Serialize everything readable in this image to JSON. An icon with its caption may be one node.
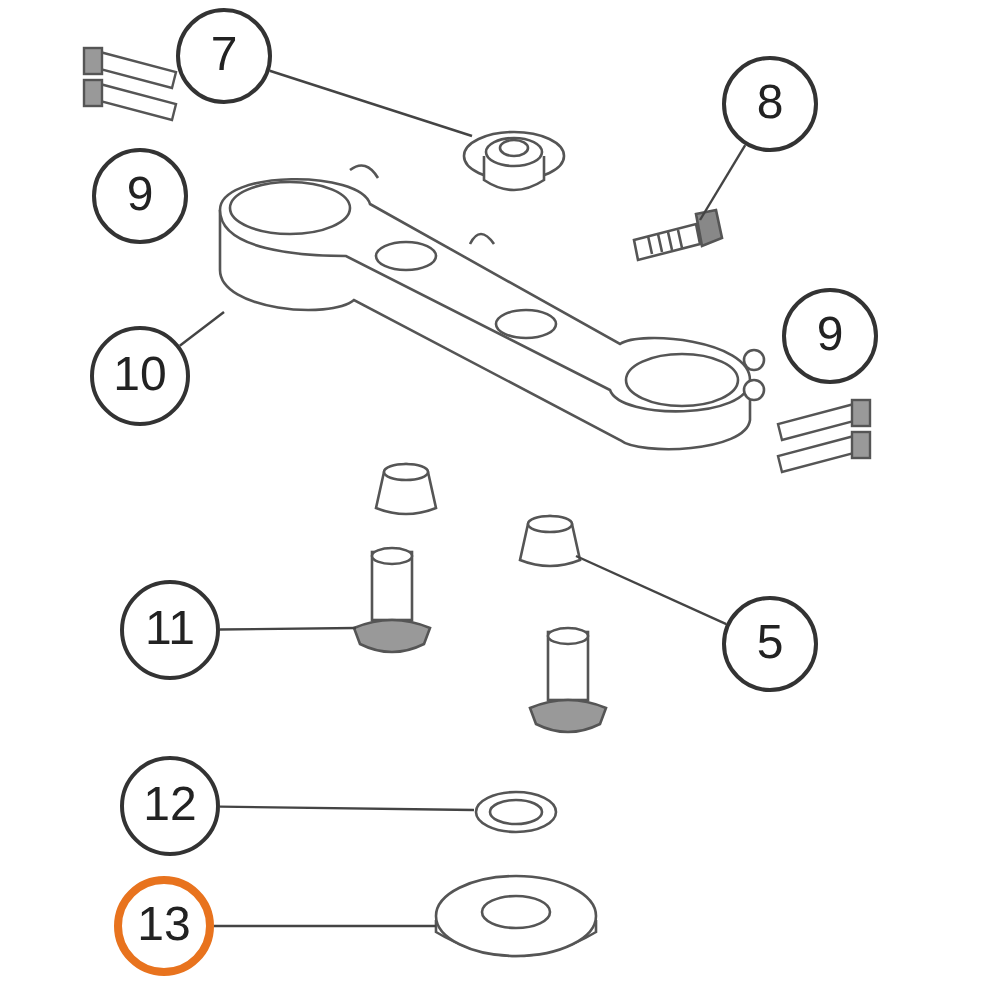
{
  "diagram": {
    "nodes": [
      {
        "text": [
          "7"
        ]
      },
      {
        "text": [],
        "shape": "picture"
      },
      {
        "text": [
          "8"
        ]
      },
      {
        "text": [],
        "shape": "picture"
      },
      {
        "text": [
          "9"
        ]
      },
      {
        "text": [
          "10"
        ]
      },
      {
        "text": [],
        "shape": "picture"
      },
      {
        "text": [
          "9"
        ]
      },
      {
        "text": [
          "11"
        ]
      },
      {
        "text": [],
        "shape": "picture"
      },
      {
        "text": [
          "5"
        ]
      },
      {
        "text": [],
        "shape": "picture"
      },
      {
        "text": [
          "12"
        ]
      },
      {
        "text": [],
        "shape": "picture"
      },
      {
        "text": [
          "13"
        ]
      },
      {
        "text": [],
        "shape": "picture"
      }
    ],
    "edges": [
      {
        "from": 0,
        "to": 1,
        "arrow": "none"
      },
      {
        "from": 2,
        "to": 3,
        "arrow": "none"
      },
      {
        "from": 5,
        "to": 6,
        "arrow": "none"
      },
      {
        "from": 8,
        "to": 9,
        "arrow": "none"
      },
      {
        "from": 10,
        "to": 11,
        "arrow": "none"
      },
      {
        "from": 12,
        "to": 13,
        "arrow": "none"
      },
      {
        "from": 14,
        "to": 15,
        "arrow": "none"
      }
    ]
  }
}
